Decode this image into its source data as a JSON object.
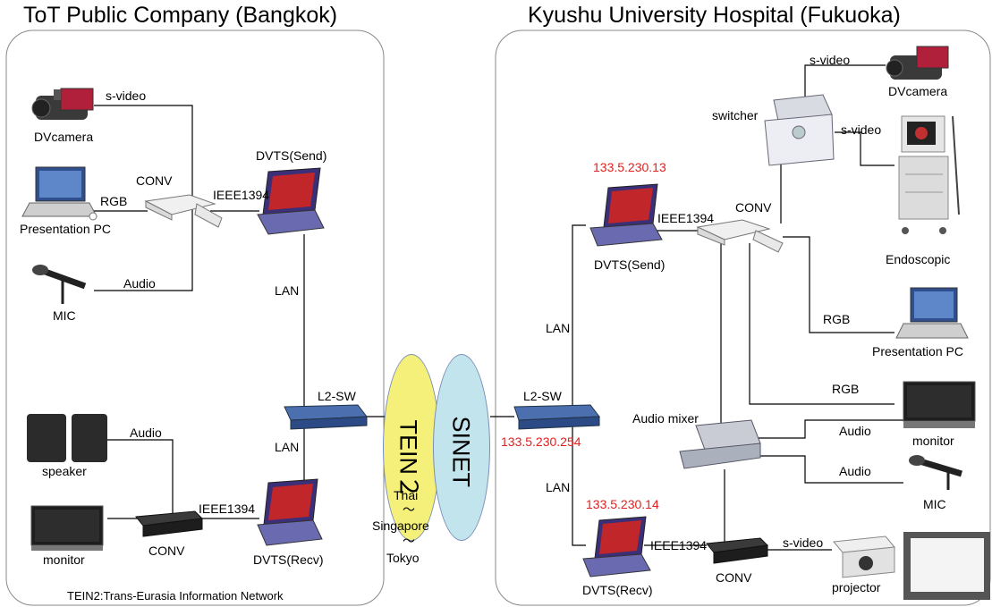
{
  "sites": {
    "left_title": "ToT Public Company (Bangkok)",
    "right_title": "Kyushu  University  Hospital (Fukuoka)"
  },
  "left": {
    "dvcamera": "DVcamera",
    "svideo": "s-video",
    "conv_top": "CONV",
    "rgb": "RGB",
    "presentation_pc": "Presentation PC",
    "ieee1394_top": "IEEE1394",
    "dvts_send": "DVTS(Send)",
    "audio_top": "Audio",
    "mic": "MIC",
    "lan_top": "LAN",
    "l2sw": "L2-SW",
    "lan_bottom": "LAN",
    "speaker": "speaker",
    "audio_bottom": "Audio",
    "monitor": "monitor",
    "conv_bottom": "CONV",
    "ieee1394_bottom": "IEEE1394",
    "dvts_recv": "DVTS(Recv)",
    "footnote": "TEIN2:Trans-Eurasia Information Network"
  },
  "network": {
    "tein2": "TEIN２",
    "sinet": "SINET",
    "route": [
      "Thai",
      "～",
      "Singapore",
      "～",
      "Tokyo"
    ]
  },
  "right": {
    "svideo_top": "s-video",
    "dvcamera": "DVcamera",
    "switcher": "switcher",
    "svideo_mid": "s-video",
    "ip_send": "133.5.230.13",
    "ieee1394_top": "IEEE1394",
    "conv_top": "CONV",
    "dvts_send": "DVTS(Send)",
    "endoscopic": "Endoscopic",
    "lan_top": "LAN",
    "rgb_top": "RGB",
    "presentation_pc": "Presentation PC",
    "l2sw": "L2-SW",
    "ip_switch": "133.5.230.254",
    "rgb_bottom": "RGB",
    "audio_mixer": "Audio  mixer",
    "audio_1": "Audio",
    "monitor": "monitor",
    "audio_2": "Audio",
    "lan_bottom": "LAN",
    "mic": "MIC",
    "ip_recv": "133.5.230.14",
    "ieee1394_bottom": "IEEE1394",
    "svideo_bottom": "s-video",
    "conv_bottom": "CONV",
    "dvts_recv": "DVTS(Recv)",
    "projector": "projector"
  },
  "colors": {
    "ip_text": "#e0211f",
    "tein_fill": "#f5f07a",
    "sinet_fill": "#c2e4ec",
    "screen_red": "#b0203a",
    "laptop_purple": "#5a5aa8"
  }
}
